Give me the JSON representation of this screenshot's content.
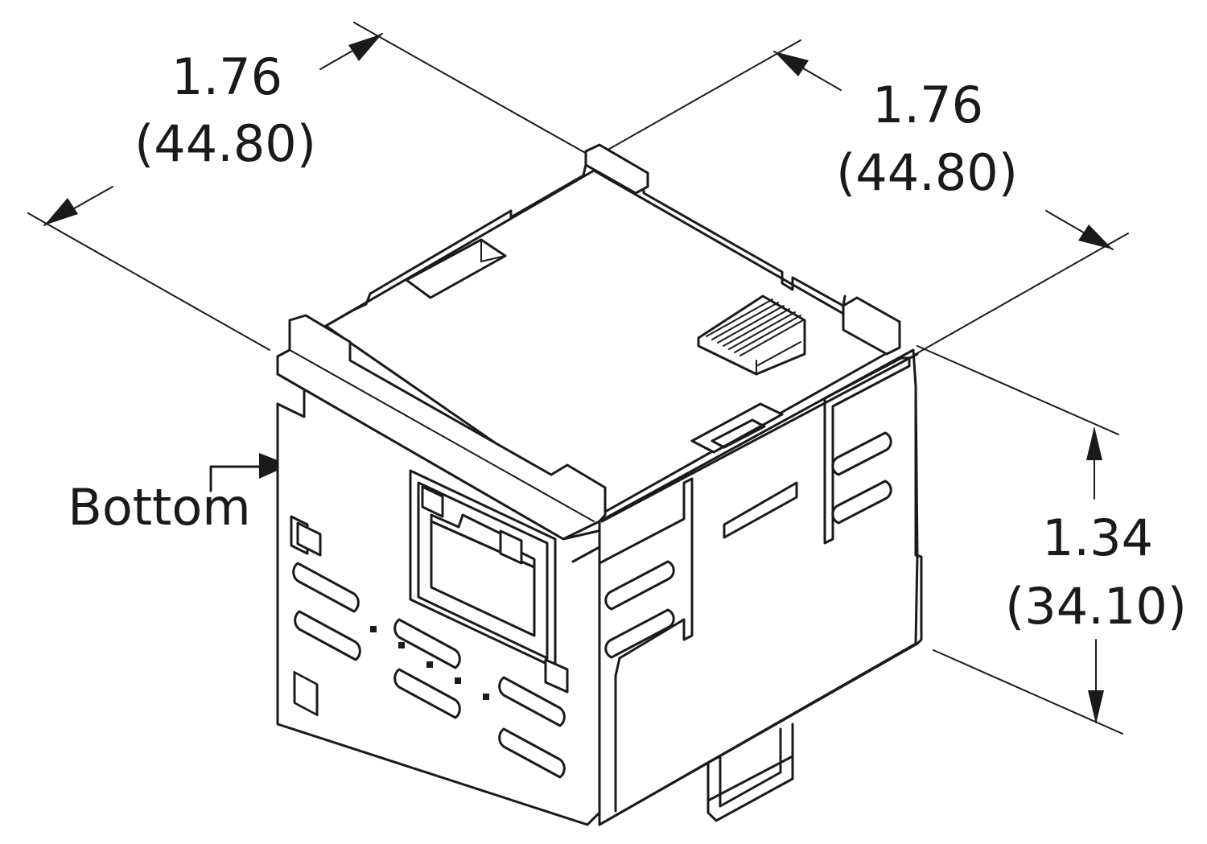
{
  "dimensions": {
    "left_width": {
      "inches": "1.76",
      "mm": "(44.80)"
    },
    "right_depth": {
      "inches": "1.76",
      "mm": "(44.80)"
    },
    "height": {
      "inches": "1.34",
      "mm": "(34.10)"
    }
  },
  "labels": {
    "bottom": "Bottom"
  },
  "colors": {
    "line": "#1a1a1a",
    "background": "#ffffff"
  }
}
